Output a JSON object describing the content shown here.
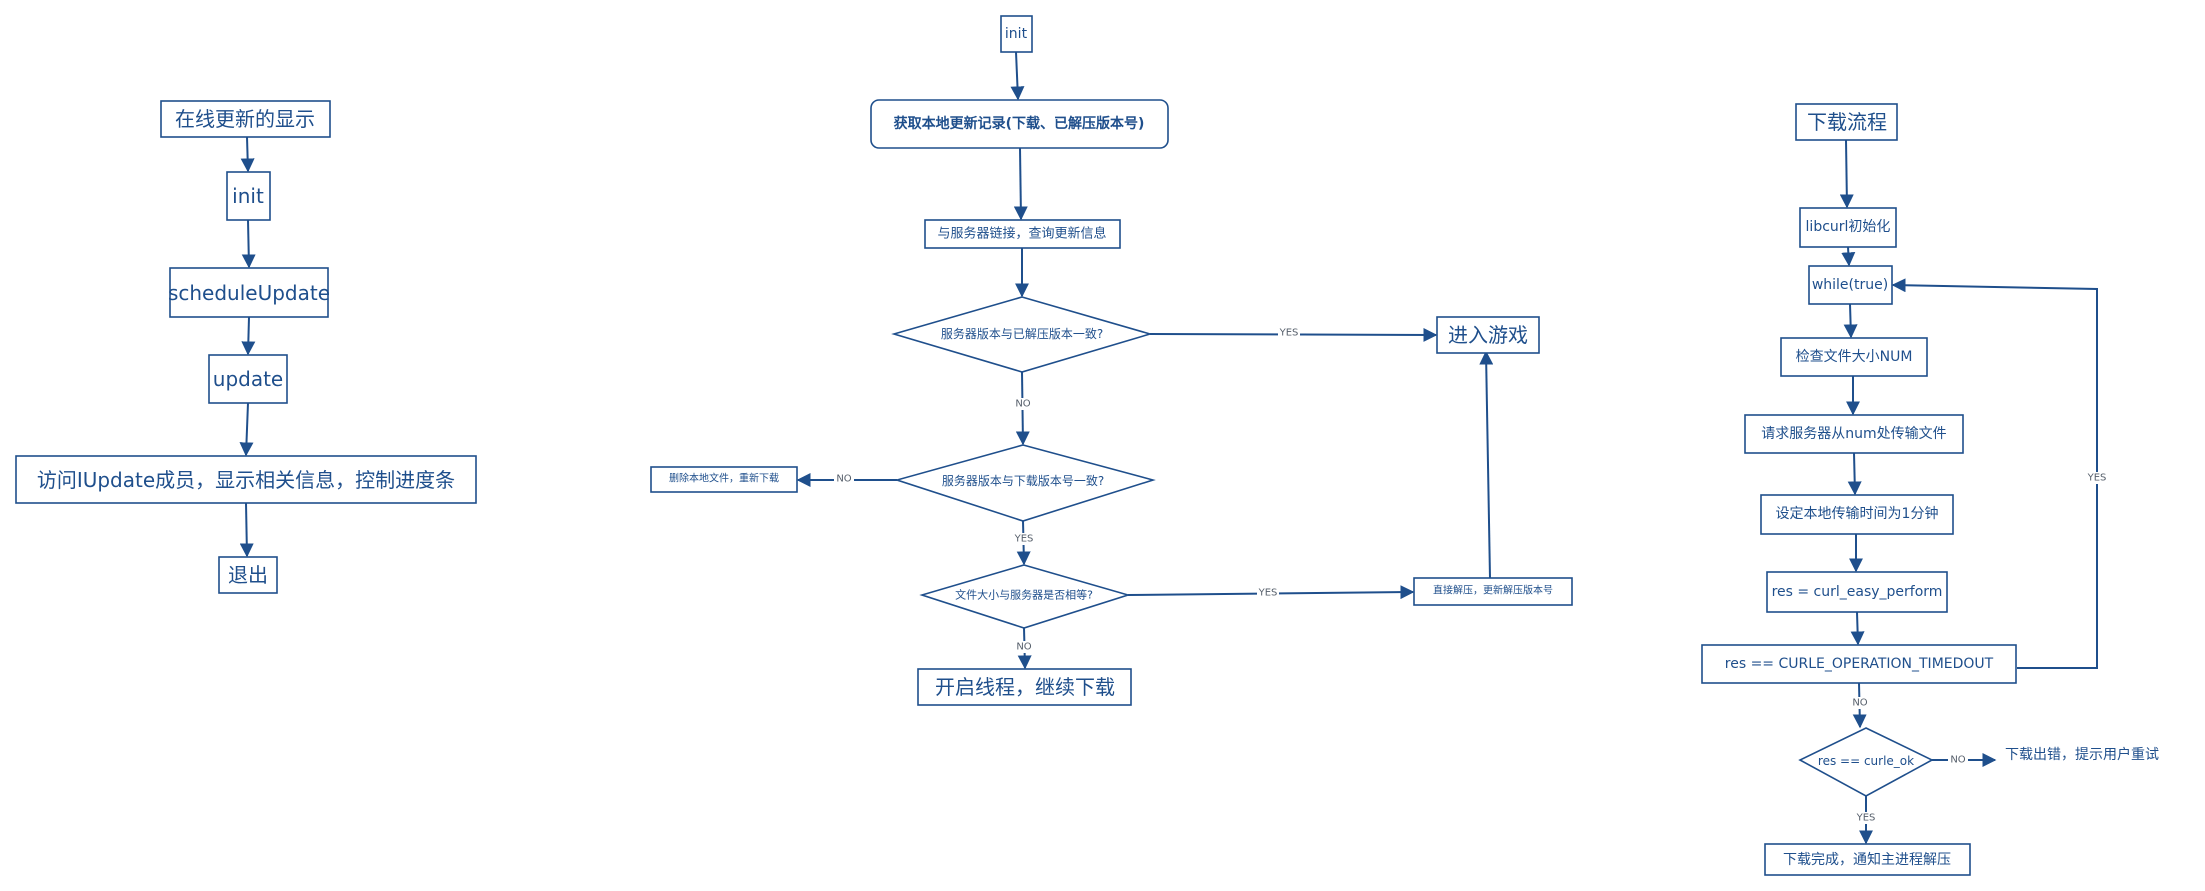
{
  "colors": {
    "ink": "#1f4f8c",
    "edge_label": "#555e6a",
    "background": "#ffffff"
  },
  "left_flow": {
    "title": "在线更新的显示",
    "init": "init",
    "schedule": "scheduleUpdate",
    "update": "update",
    "access": "访问IUpdate成员，显示相关信息，控制进度条",
    "exit": "退出"
  },
  "middle_flow": {
    "init": "init",
    "get_local": "获取本地更新记录(下载、已解压版本号)",
    "connect": "与服务器链接，查询更新信息",
    "d_server_vs_unzip": "服务器版本与已解压版本一致?",
    "enter_game": "进入游戏",
    "d_server_vs_download": "服务器版本与下载版本号一致?",
    "delete_redownload": "删除本地文件，重新下载",
    "d_size_equal": "文件大小与服务器是否相等?",
    "unzip_update": "直接解压，更新解压版本号",
    "start_thread": "开启线程，继续下载"
  },
  "right_flow": {
    "title": "下载流程",
    "libcurl_init": "libcurl初始化",
    "while_true": "while(true)",
    "check_size": "检查文件大小NUM",
    "request": "请求服务器从num处传输文件",
    "set_time": "设定本地传输时间为1分钟",
    "perform": "res = curl_easy_perform",
    "timeout_check": "res == CURLE_OPERATION_TIMEDOUT",
    "d_ok": "res == curle_ok",
    "error": "下载出错，提示用户重试",
    "done": "下载完成，通知主进程解压"
  },
  "edge_labels": {
    "yes": "YES",
    "no": "NO"
  }
}
